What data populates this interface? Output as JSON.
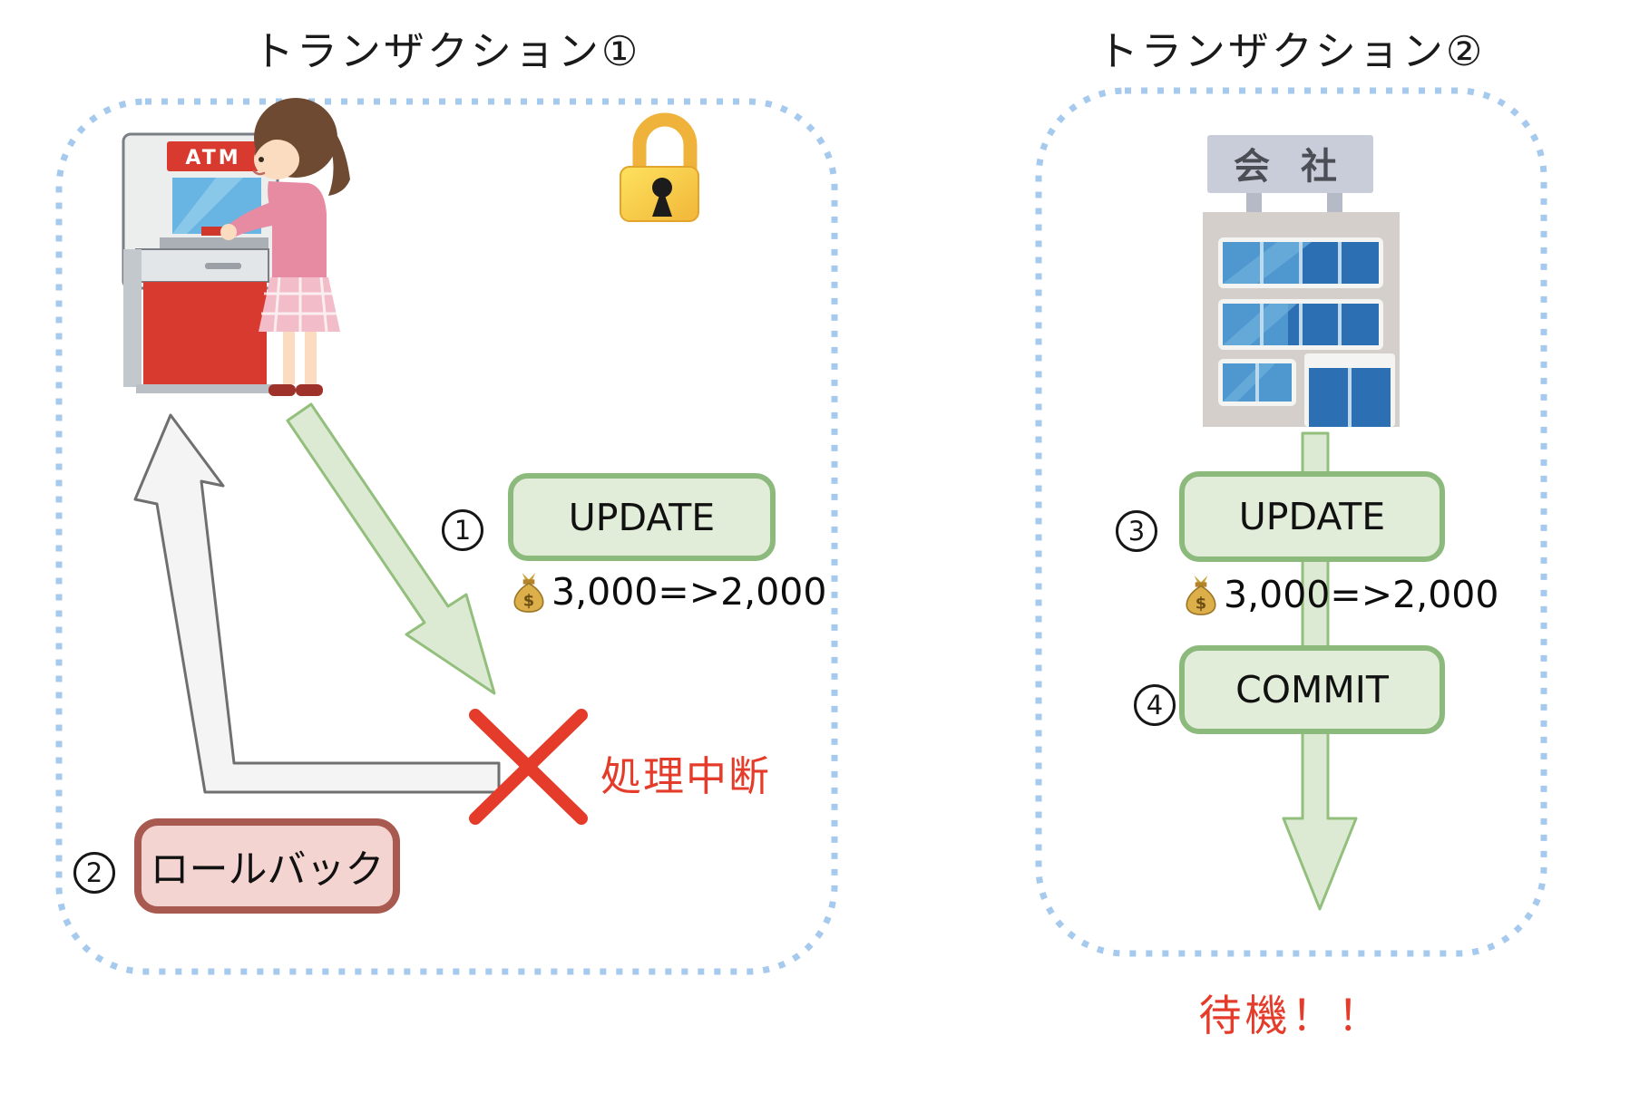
{
  "left_panel": {
    "title": "トランザクション①",
    "atm": {
      "sign": "ATM"
    },
    "step1": {
      "number": "1",
      "button_label": "UPDATE"
    },
    "amount": "3,000=>2,000",
    "error": {
      "label": "処理中断"
    },
    "step2": {
      "number": "2",
      "button_label": "ロールバック"
    }
  },
  "right_panel": {
    "title": "トランザクション②",
    "building": {
      "sign": "会 社"
    },
    "step3": {
      "number": "3",
      "button_label": "UPDATE"
    },
    "amount": "3,000=>2,000",
    "step4": {
      "number": "4",
      "button_label": "COMMIT"
    },
    "status": "待機！！"
  },
  "icons": {
    "money_bag_symbol": "$"
  },
  "colors": {
    "panel_border": "#a6c9ee",
    "green_button_fill": "#e1edd9",
    "green_button_border": "#8cb97c",
    "green_arrow_fill": "#ddead3",
    "green_arrow_border": "#93bf7d",
    "gray_arrow_fill": "#f4f4f4",
    "gray_arrow_border": "#6f6f6f",
    "alert_red": "#e53b2a",
    "rollback_fill": "#f3d4d0",
    "rollback_border": "#a85a50"
  }
}
